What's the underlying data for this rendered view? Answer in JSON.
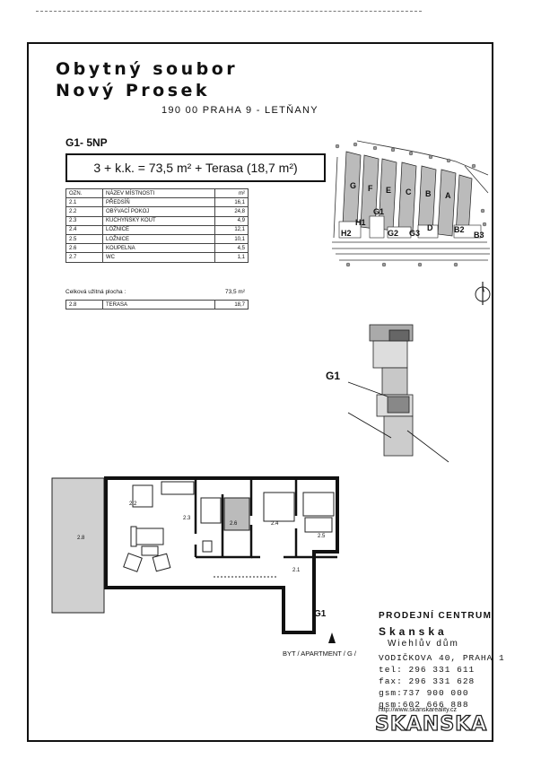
{
  "header": {
    "title_line1": "Obytný soubor",
    "title_line2": "Nový Prosek",
    "address": "190 00 PRAHA 9 - LETŇANY"
  },
  "unit": {
    "code": "G1- 5NP",
    "summary": "3 + k.k. = 73,5 m² + Terasa (18,7 m²)"
  },
  "table": {
    "headers": [
      "OZN.",
      "NÁZEV MÍSTNOSTI",
      "m²"
    ],
    "rows": [
      [
        "2.1",
        "PŘEDSÍŇ",
        "16,1"
      ],
      [
        "2.2",
        "OBÝVACÍ POKOJ",
        "24,8"
      ],
      [
        "2.3",
        "KUCHYŇSKÝ KOUT",
        "4,9"
      ],
      [
        "2.4",
        "LOŽNICE",
        "12,1"
      ],
      [
        "2.5",
        "LOŽNICE",
        "10,1"
      ],
      [
        "2.6",
        "KOUPELNA",
        "4,5"
      ],
      [
        "2.7",
        "WC",
        "1,1"
      ]
    ],
    "total_label": "Celková užitná plocha :",
    "total_value": "73,5 m²",
    "terrace": [
      "2.8",
      "TERASA",
      "18,7"
    ]
  },
  "site_plan": {
    "labels": [
      "G",
      "F",
      "E",
      "C",
      "B",
      "A",
      "H1",
      "H2",
      "G1",
      "G2",
      "G3",
      "B2",
      "B3",
      "D"
    ]
  },
  "floor_plan": {
    "room_labels": [
      "2.8",
      "2.2",
      "2.3",
      "2.6",
      "2.4",
      "2.5",
      "2.1"
    ]
  },
  "building_label": "G1",
  "floor_tag": "G1",
  "byt_label": "BYT / APARTMENT / G /",
  "contact": {
    "center": "PRODEJNÍ CENTRUM",
    "company": "Skanska",
    "building": "Wiehlův dům",
    "street": "VODIČKOVA 40, PRAHA 1",
    "tel": "tel:  296 331 611",
    "fax": "fax: 296 331 628",
    "gsm1": "gsm:737 900 000",
    "gsm2": "gsm:602 666 888",
    "web": "http://www.skanskareality.cz"
  },
  "logo": "SKANSKA"
}
